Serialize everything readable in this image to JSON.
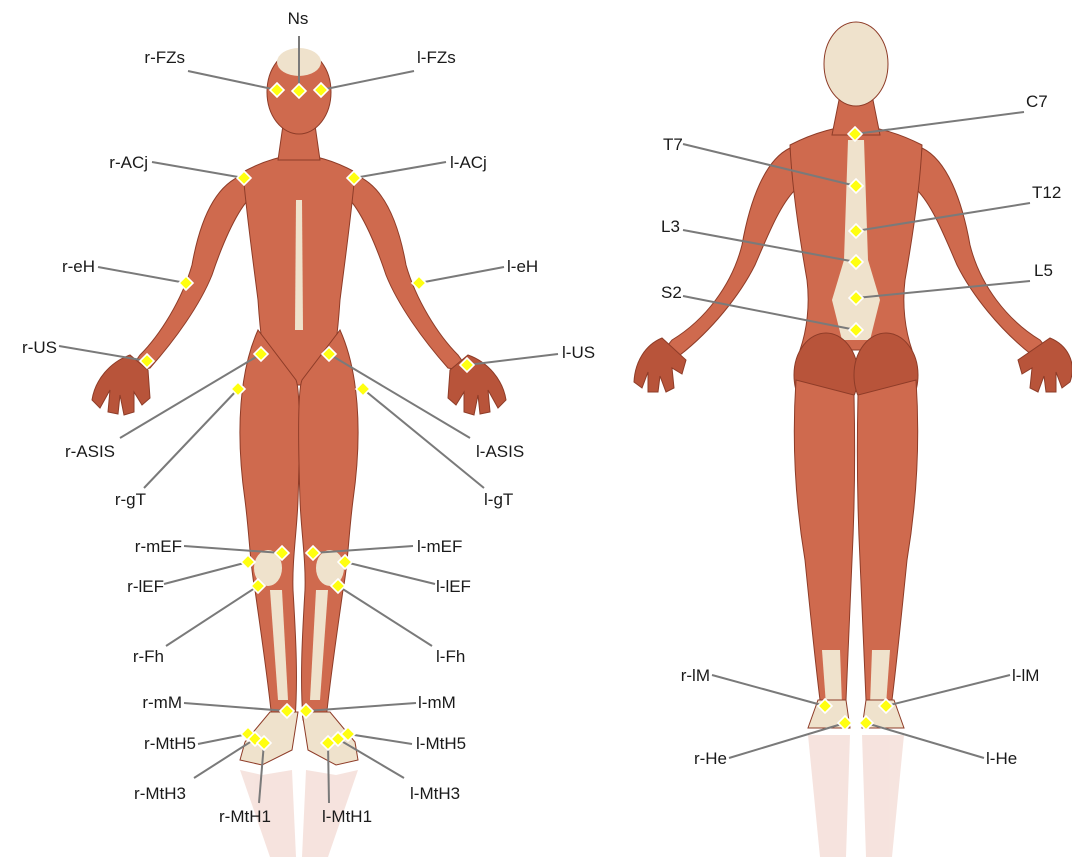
{
  "figure": {
    "front_view": {
      "landmarks": [
        {
          "id": "ns",
          "label": "Ns"
        },
        {
          "id": "r-fzs",
          "label": "r-FZs"
        },
        {
          "id": "l-fzs",
          "label": "l-FZs"
        },
        {
          "id": "r-acj",
          "label": "r-ACj"
        },
        {
          "id": "l-acj",
          "label": "l-ACj"
        },
        {
          "id": "r-eh",
          "label": "r-eH"
        },
        {
          "id": "l-eh",
          "label": "l-eH"
        },
        {
          "id": "r-us",
          "label": "r-US"
        },
        {
          "id": "l-us",
          "label": "l-US"
        },
        {
          "id": "r-asis",
          "label": "r-ASIS"
        },
        {
          "id": "l-asis",
          "label": "l-ASIS"
        },
        {
          "id": "r-gt",
          "label": "r-gT"
        },
        {
          "id": "l-gt",
          "label": "l-gT"
        },
        {
          "id": "r-mef",
          "label": "r-mEF"
        },
        {
          "id": "l-mef",
          "label": "l-mEF"
        },
        {
          "id": "r-lef",
          "label": "r-lEF"
        },
        {
          "id": "l-lef",
          "label": "l-lEF"
        },
        {
          "id": "r-fh",
          "label": "r-Fh"
        },
        {
          "id": "l-fh",
          "label": "l-Fh"
        },
        {
          "id": "r-mm",
          "label": "r-mM"
        },
        {
          "id": "l-mm",
          "label": "l-mM"
        },
        {
          "id": "r-mth5",
          "label": "r-MtH5"
        },
        {
          "id": "l-mth5",
          "label": "l-MtH5"
        },
        {
          "id": "r-mth3",
          "label": "r-MtH3"
        },
        {
          "id": "l-mth3",
          "label": "l-MtH3"
        },
        {
          "id": "r-mth1",
          "label": "r-MtH1"
        },
        {
          "id": "l-mth1",
          "label": "l-MtH1"
        }
      ]
    },
    "back_view": {
      "landmarks": [
        {
          "id": "c7",
          "label": "C7"
        },
        {
          "id": "t7",
          "label": "T7"
        },
        {
          "id": "t12",
          "label": "T12"
        },
        {
          "id": "l3",
          "label": "L3"
        },
        {
          "id": "l5",
          "label": "L5"
        },
        {
          "id": "s2",
          "label": "S2"
        },
        {
          "id": "r-lm",
          "label": "r-lM"
        },
        {
          "id": "l-lm",
          "label": "l-lM"
        },
        {
          "id": "r-he",
          "label": "r-He"
        },
        {
          "id": "l-he",
          "label": "l-He"
        }
      ]
    }
  },
  "colors": {
    "marker": "#ffff10",
    "leader_line": "#7a7a7a",
    "muscle": "#cf6a4e",
    "tendon": "#efe2cc"
  }
}
